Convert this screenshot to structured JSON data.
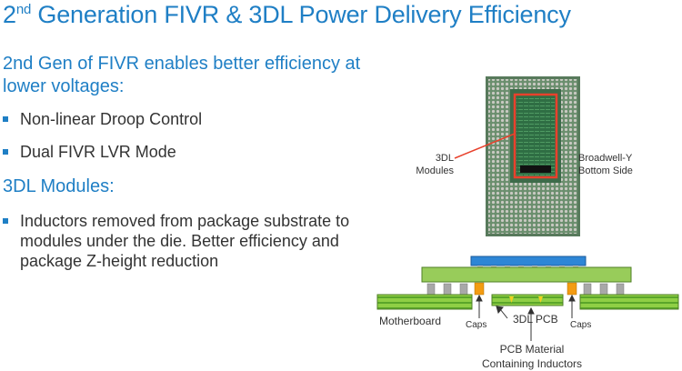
{
  "slide": {
    "title_main": "2",
    "title_sup": "nd",
    "title_rest": " Generation FIVR & 3DL Power Delivery Efficiency",
    "heading1": "2nd Gen of FIVR enables better efficiency at lower voltages:",
    "bullets1": [
      "Non-linear Droop Control",
      "Dual FIVR LVR Mode"
    ],
    "heading2": "3DL Modules:",
    "bullets2": [
      "Inductors removed from package substrate to modules under the die. Better efficiency and package Z-height reduction"
    ]
  },
  "figure": {
    "photo_label_3dl": "3DL\nModules",
    "photo_label_side": "Broadwell-Y\nBottom Side",
    "cross_motherboard": "Motherboard",
    "cross_caps_left": "Caps",
    "cross_3dl_pcb": "3DL PCB",
    "cross_caps_right": "Caps",
    "cross_pcb_material": "PCB Material\nContaining Inductors"
  },
  "colors": {
    "accent": "#1f7fc5",
    "highlight_box": "#e8412c",
    "board_green": "#8fcf45",
    "die_blue": "#2e86d6",
    "cap_orange": "#f39c12"
  }
}
